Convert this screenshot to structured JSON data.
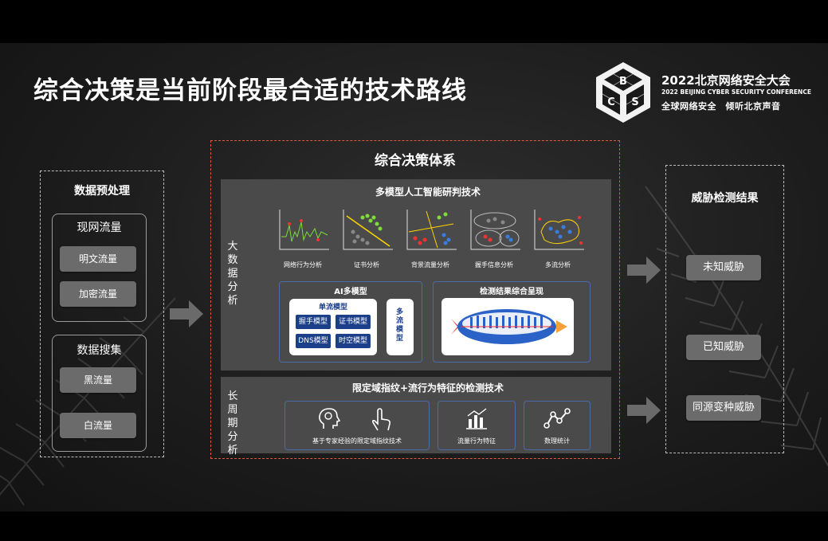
{
  "title": "综合决策是当前阶段最合适的技术路线",
  "conference": {
    "logo_letters": [
      "B",
      "C",
      "S"
    ],
    "name_cn": "2022北京网络安全大会",
    "name_en": "2022 BEIJING CYBER SECURITY CONFERENCE",
    "slogan": "全球网络安全　倾听北京声音"
  },
  "left": {
    "header": "数据预处理",
    "group1": {
      "title": "现网流量",
      "items": [
        "明文流量",
        "加密流量"
      ]
    },
    "group2": {
      "title": "数据搜集",
      "items": [
        "黑流量",
        "白流量"
      ]
    }
  },
  "center": {
    "header": "综合决策体系",
    "big_data": {
      "side_label": "大数据分析",
      "title": "多模型人工智能研判技术",
      "charts": [
        "网络行为分析",
        "证书分析",
        "背景流量分析",
        "握手信息分析",
        "多流分析"
      ],
      "ai_box": {
        "title": "AI多模型",
        "single_title": "单流模型",
        "buttons": [
          "握手模型",
          "证书模型",
          "DNS模型",
          "时空模型"
        ],
        "multi": "多流模型"
      },
      "result_box": {
        "title": "检测结果综合呈现"
      }
    },
    "long_cycle": {
      "side_label": "长周期分析",
      "title": "限定域指纹+流行为特征的检测技术",
      "items": [
        "基于专家经验的限定域指纹技术",
        "流量行为特征",
        "数理统计"
      ]
    }
  },
  "right": {
    "header": "威胁检测结果",
    "items": [
      "未知威胁",
      "已知威胁",
      "同源变种威胁"
    ]
  }
}
